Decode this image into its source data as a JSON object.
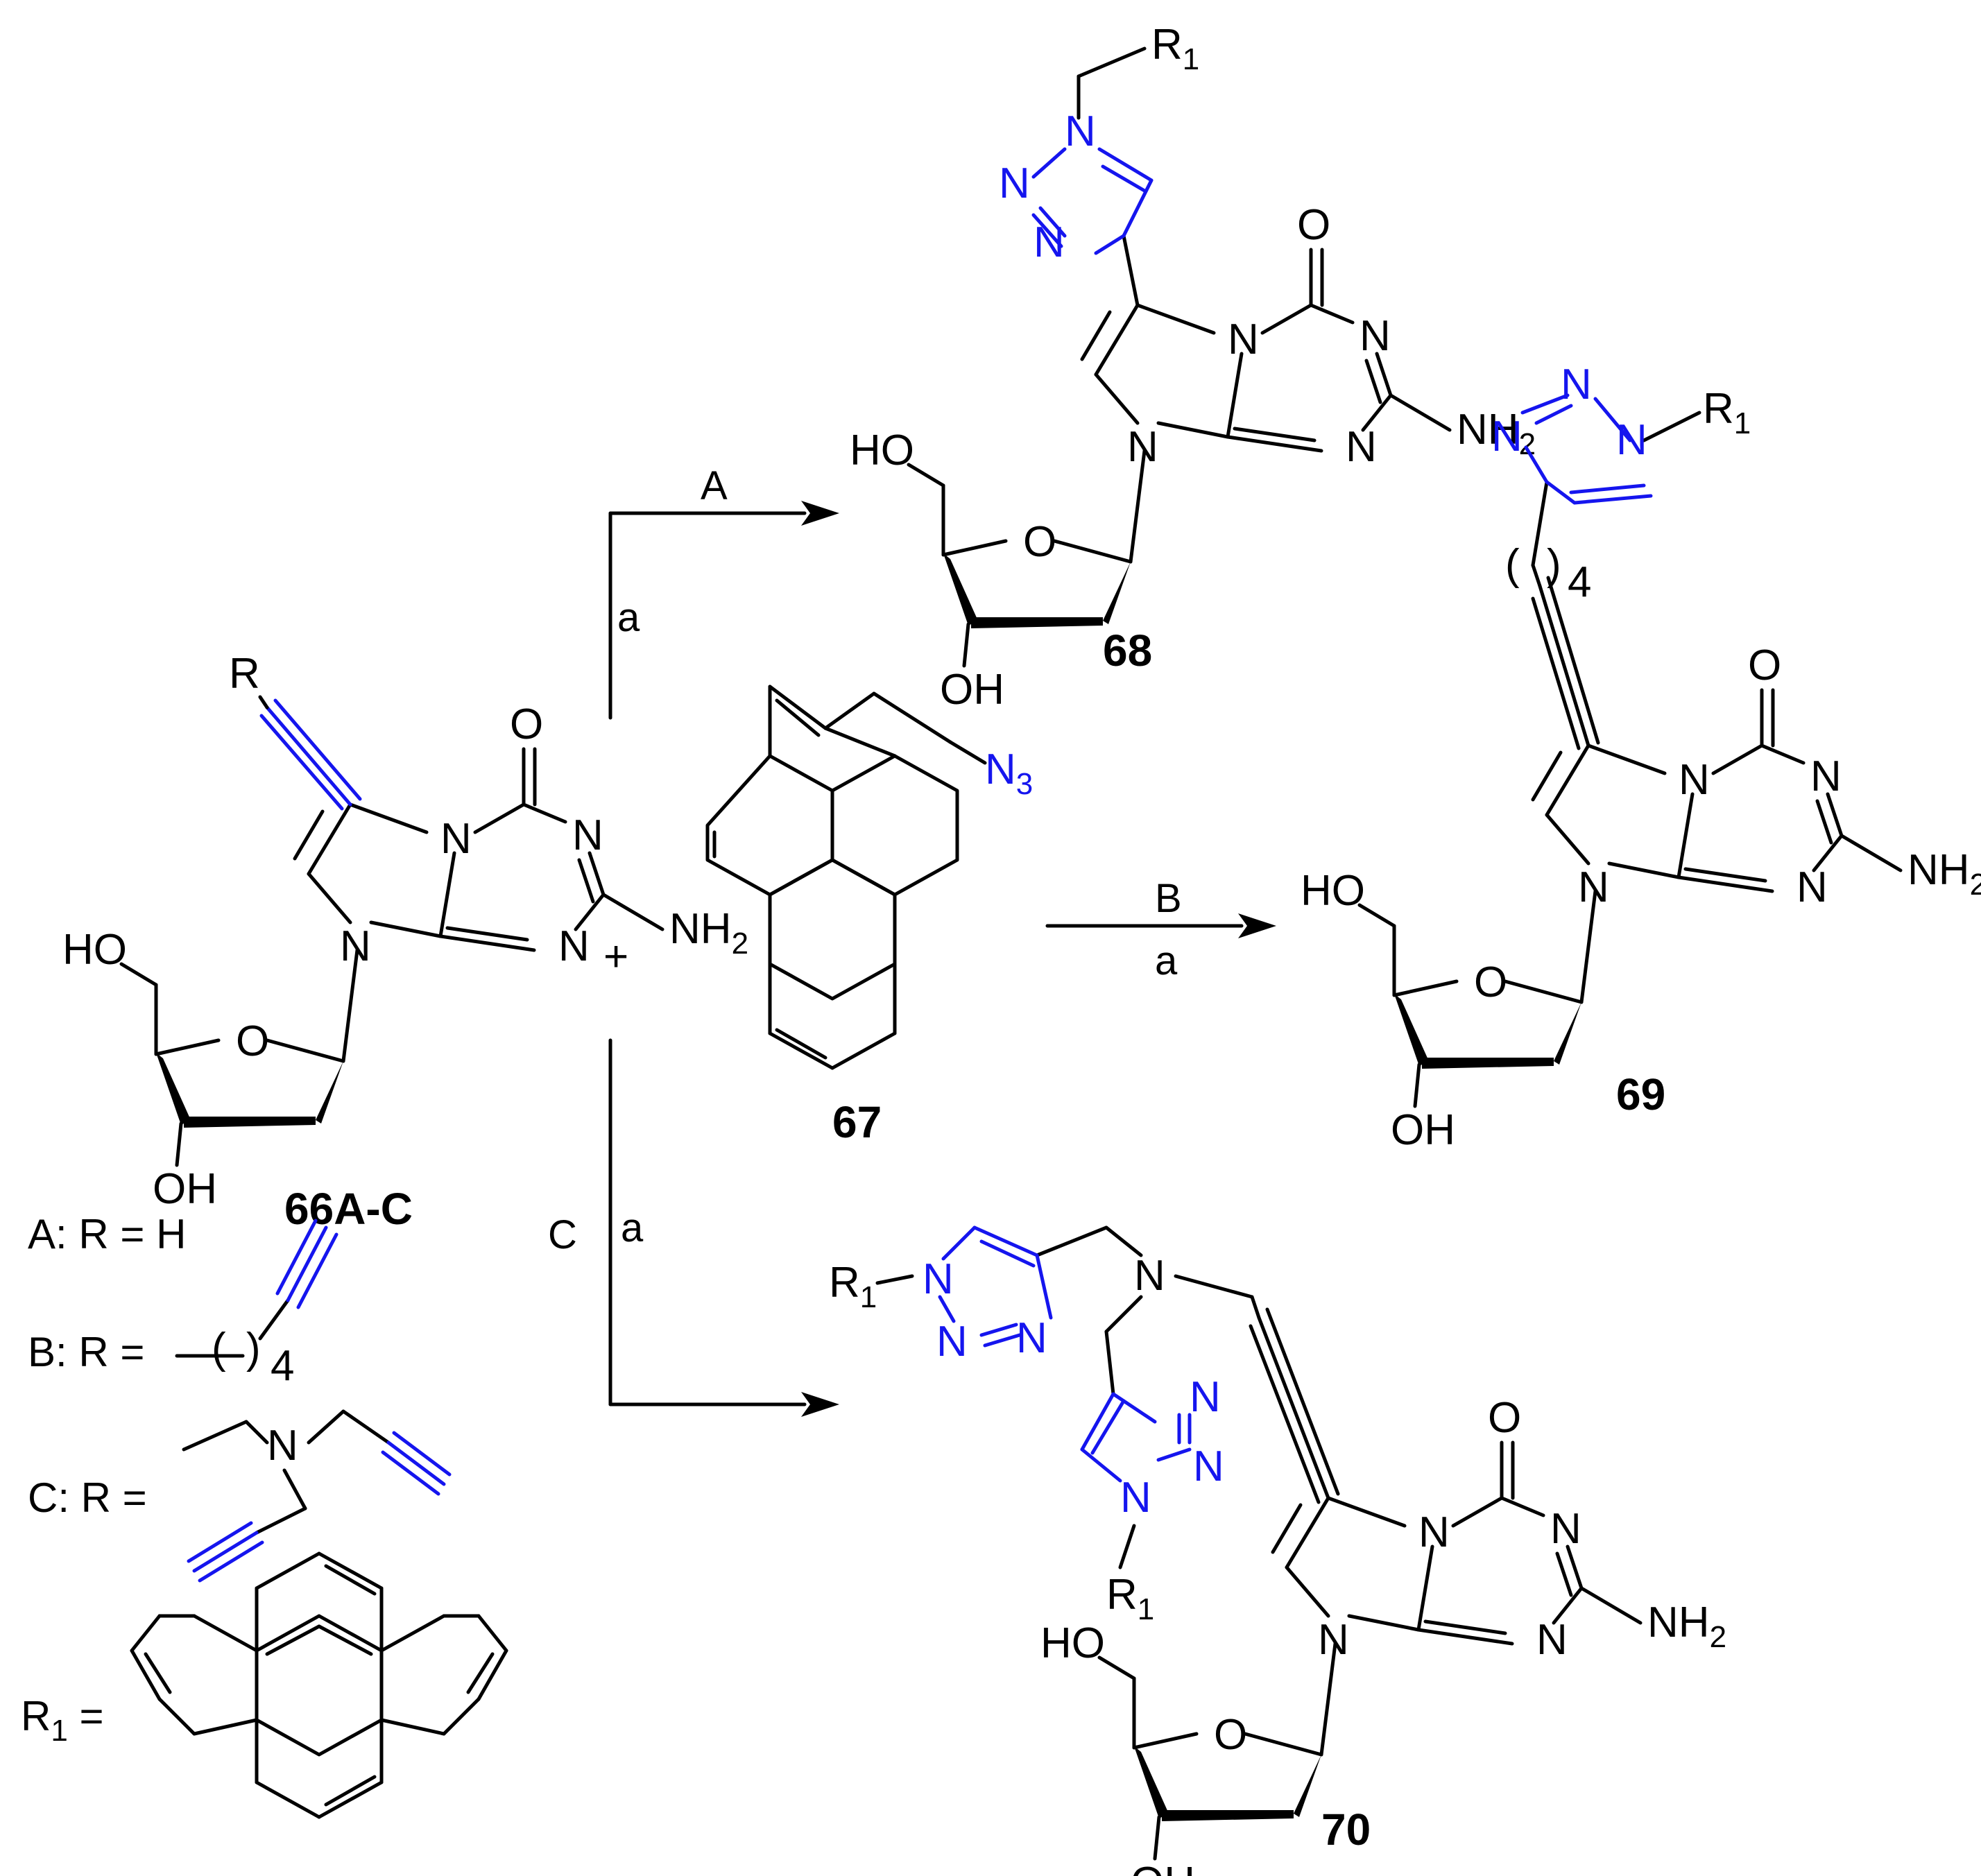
{
  "colors": {
    "bond": "#000000",
    "highlight": "#1515ee",
    "background": "#ffffff"
  },
  "compounds": {
    "c66": "66A-C",
    "c67": "67",
    "c68": "68",
    "c69": "69",
    "c70": "70"
  },
  "atoms": {
    "O": "O",
    "N": "N",
    "R": "R",
    "HO": "HO",
    "OH": "OH",
    "NH": "NH",
    "R1_base": "R",
    "N3_base": "N",
    "sub2": "2",
    "sub1": "1",
    "sub3": "3",
    "sub4": "4"
  },
  "reactions": {
    "routeA": "A",
    "routeB": "B",
    "routeC": "C",
    "condition": "a",
    "plus": "+"
  },
  "legend": {
    "A": "A: R = H",
    "B": "B: R =",
    "C": "C: R =",
    "R1": "R",
    "R1_tail": " ="
  }
}
